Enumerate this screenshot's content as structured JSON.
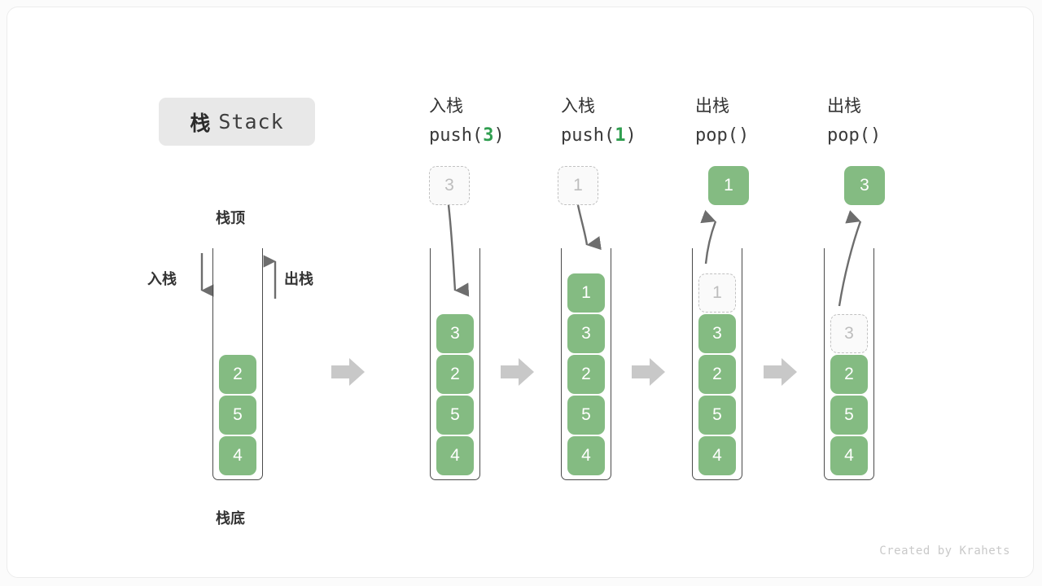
{
  "title": {
    "cn": "栈",
    "en": "Stack"
  },
  "labels": {
    "top": "栈顶",
    "bottom": "栈底",
    "push": "入栈",
    "pop": "出栈"
  },
  "footer": "Created by Krahets",
  "colors": {
    "element": "#84bb82",
    "element_text": "#ffffff",
    "ghost_border": "#c2c2c2",
    "ghost_text": "#bdbdbd",
    "frame": "#4a4a4a",
    "arrow": "#6d6d6d",
    "flow_arrow": "#c8c8c8",
    "accent_code": "#2f9e4f",
    "badge_bg": "#e8e8e8"
  },
  "stages": [
    {
      "id": "initial",
      "op_cn": "",
      "op_code": "",
      "stack": [
        "2",
        "5",
        "4"
      ],
      "side_labels": {
        "left": "入栈",
        "right": "出栈"
      }
    },
    {
      "id": "push-3",
      "op_cn": "入栈",
      "op_code_prefix": "push(",
      "op_code_arg": "3",
      "op_code_suffix": ")",
      "floating": {
        "value": "3",
        "style": "ghost",
        "position": "above"
      },
      "arrow_direction": "down",
      "stack": [
        "3",
        "2",
        "5",
        "4"
      ]
    },
    {
      "id": "push-1",
      "op_cn": "入栈",
      "op_code_prefix": "push(",
      "op_code_arg": "1",
      "op_code_suffix": ")",
      "floating": {
        "value": "1",
        "style": "ghost",
        "position": "above"
      },
      "arrow_direction": "down",
      "stack": [
        "1",
        "3",
        "2",
        "5",
        "4"
      ]
    },
    {
      "id": "pop-1",
      "op_cn": "出栈",
      "op_code_prefix": "pop(",
      "op_code_arg": "",
      "op_code_suffix": ")",
      "floating": {
        "value": "1",
        "style": "filled",
        "position": "above"
      },
      "arrow_direction": "up",
      "stack_ghost_index": 0,
      "stack": [
        "1",
        "3",
        "2",
        "5",
        "4"
      ]
    },
    {
      "id": "pop-3",
      "op_cn": "出栈",
      "op_code_prefix": "pop(",
      "op_code_arg": "",
      "op_code_suffix": ")",
      "floating": {
        "value": "3",
        "style": "filled",
        "position": "above"
      },
      "arrow_direction": "up",
      "stack_ghost_index": 0,
      "stack": [
        "3",
        "2",
        "5",
        "4"
      ]
    }
  ],
  "flow_arrows": 4
}
